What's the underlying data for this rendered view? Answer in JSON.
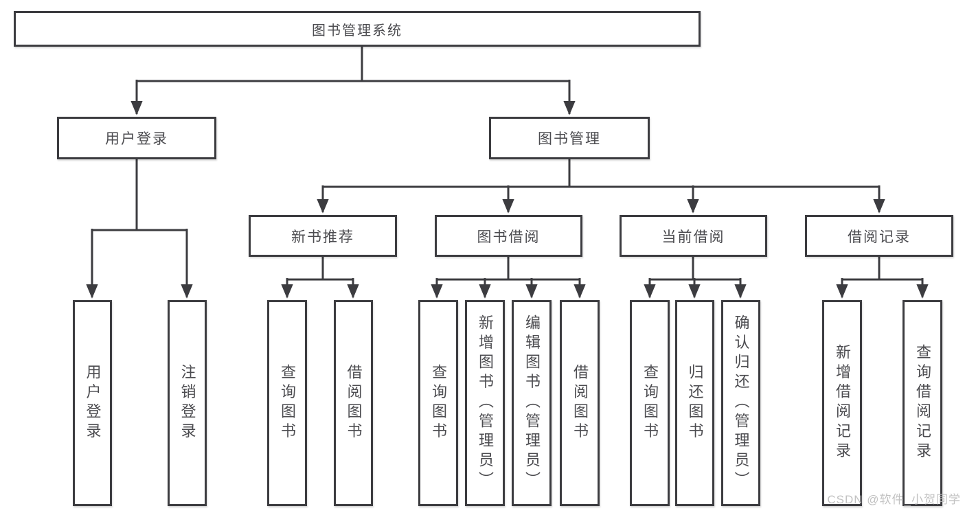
{
  "root": {
    "label": "图书管理系统"
  },
  "branches": {
    "user_login": {
      "label": "用户登录"
    },
    "book_mgmt": {
      "label": "图书管理"
    },
    "new_books": {
      "label": "新书推荐"
    },
    "book_borrow": {
      "label": "图书借阅"
    },
    "current_borrow": {
      "label": "当前借阅"
    },
    "borrow_records": {
      "label": "借阅记录"
    }
  },
  "leaves": {
    "login": {
      "label": "用户登录"
    },
    "logout": {
      "label": "注销登录"
    },
    "nb_query": {
      "label": "查询图书"
    },
    "nb_borrow": {
      "label": "借阅图书"
    },
    "bb_query": {
      "label": "查询图书"
    },
    "bb_add": {
      "label": "新增图书（管理员）"
    },
    "bb_edit": {
      "label": "编辑图书（管理员）"
    },
    "bb_borrow": {
      "label": "借阅图书"
    },
    "cb_query": {
      "label": "查询图书"
    },
    "cb_return": {
      "label": "归还图书"
    },
    "cb_confirm": {
      "label": "确认归还（管理员）"
    },
    "br_add": {
      "label": "新增借阅记录"
    },
    "br_query": {
      "label": "查询借阅记录"
    }
  },
  "watermark": "CSDN @软件_小贺同学",
  "colors": {
    "line": "#3c3c40",
    "text": "#4c4c50",
    "box_background": "#ffffff",
    "watermark": "#bdbdbd"
  }
}
